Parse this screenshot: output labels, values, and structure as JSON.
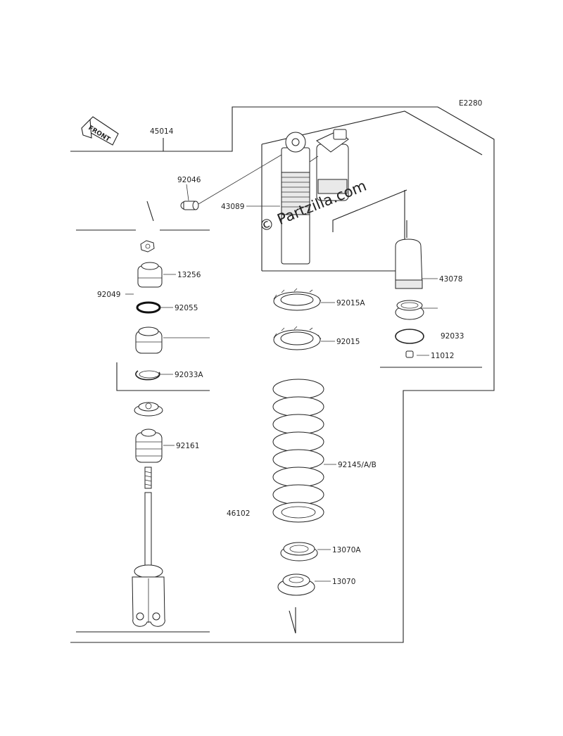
{
  "diagram_code": "E2280",
  "front_badge": "FRONT",
  "watermark": "© Partzilla.com",
  "labels": {
    "p45014": "45014",
    "p92046": "92046",
    "p43089": "43089",
    "p13256": "13256",
    "p92049": "92049",
    "p92055": "92055",
    "p92033A": "92033A",
    "p92161": "92161",
    "p46102": "46102",
    "p43078": "43078",
    "p92033": "92033",
    "p11012": "11012",
    "p92015A": "92015A",
    "p92015": "92015",
    "p92145": "92145/A/B",
    "p13070A": "13070A",
    "p13070": "13070"
  }
}
